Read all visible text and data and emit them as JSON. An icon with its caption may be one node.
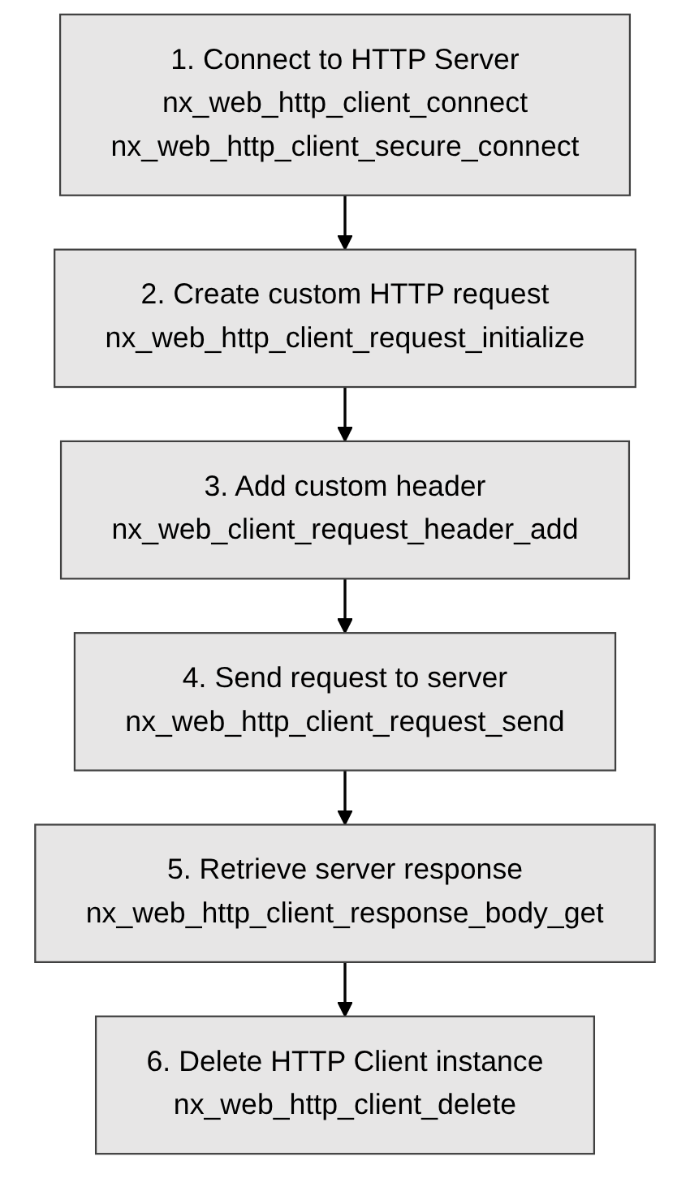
{
  "diagram": {
    "nodes": [
      {
        "text": [
          "1. Connect to HTTP Server",
          "nx_web_http_client_connect",
          "nx_web_http_client_secure_connect"
        ]
      },
      {
        "text": [
          "2. Create custom HTTP request",
          "nx_web_http_client_request_initialize"
        ]
      },
      {
        "text": [
          "3. Add custom header",
          "nx_web_client_request_header_add"
        ]
      },
      {
        "text": [
          "4. Send request to server",
          "nx_web_http_client_request_send"
        ]
      },
      {
        "text": [
          "5. Retrieve server response",
          "nx_web_http_client_response_body_get"
        ]
      },
      {
        "text": [
          "6. Delete HTTP Client instance",
          "nx_web_http_client_delete"
        ]
      }
    ],
    "edges": [
      {
        "from": 0,
        "to": 1,
        "arrow": "to"
      },
      {
        "from": 1,
        "to": 2,
        "arrow": "to"
      },
      {
        "from": 2,
        "to": 3,
        "arrow": "to"
      },
      {
        "from": 3,
        "to": 4,
        "arrow": "to"
      },
      {
        "from": 4,
        "to": 5,
        "arrow": "to"
      }
    ]
  }
}
